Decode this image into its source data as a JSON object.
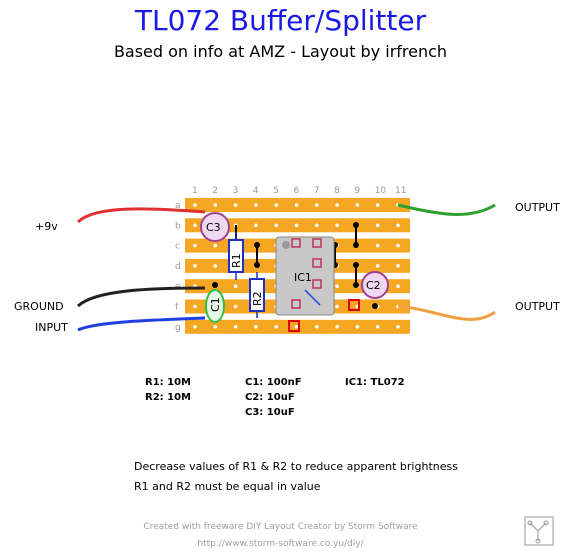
{
  "title": "TL072 Buffer/Splitter",
  "subtitle": "Based on info at AMZ - Layout by irfrench",
  "board": {
    "columns": [
      "1",
      "2",
      "3",
      "4",
      "5",
      "6",
      "7",
      "8",
      "9",
      "10",
      "11"
    ],
    "rows": [
      "a",
      "b",
      "c",
      "d",
      "e",
      "f",
      "g"
    ],
    "strip_color": "#f5a623",
    "gap_color": "#ffffff"
  },
  "labels": {
    "v9": "+9v",
    "ground": "GROUND",
    "input": "INPUT",
    "output1": "OUTPUT",
    "output2": "OUTPUT"
  },
  "components": {
    "r1": "R1",
    "r2": "R2",
    "c1": "C1",
    "c2": "C2",
    "c3": "C3",
    "ic1": "IC1"
  },
  "parts_list": {
    "col1": [
      "R1: 10M",
      "R2: 10M"
    ],
    "col2": [
      "C1: 100nF",
      "C2: 10uF",
      "C3: 10uF"
    ],
    "col3": [
      "IC1: TL072"
    ]
  },
  "notes": [
    "Decrease values of R1 & R2 to reduce apparent brightness",
    "R1 and R2 must be equal in value"
  ],
  "footer": {
    "line1": "Created with freeware DIY Layout Creator by Storm Software",
    "line2": "http://www.storm-software.co.yu/diy/"
  },
  "colors": {
    "title": "#1a1ae6",
    "wire_red": "#e03030",
    "wire_black": "#202020",
    "wire_blue": "#2040e0",
    "wire_green": "#30a030",
    "wire_orange": "#f0a040",
    "resistor": "#2030c0",
    "cap_electrolytic": "#a04090",
    "cap_film": "#30c040",
    "ic_body": "#c8c8c8"
  },
  "icons": {
    "logo": "circuit-logo-icon"
  }
}
